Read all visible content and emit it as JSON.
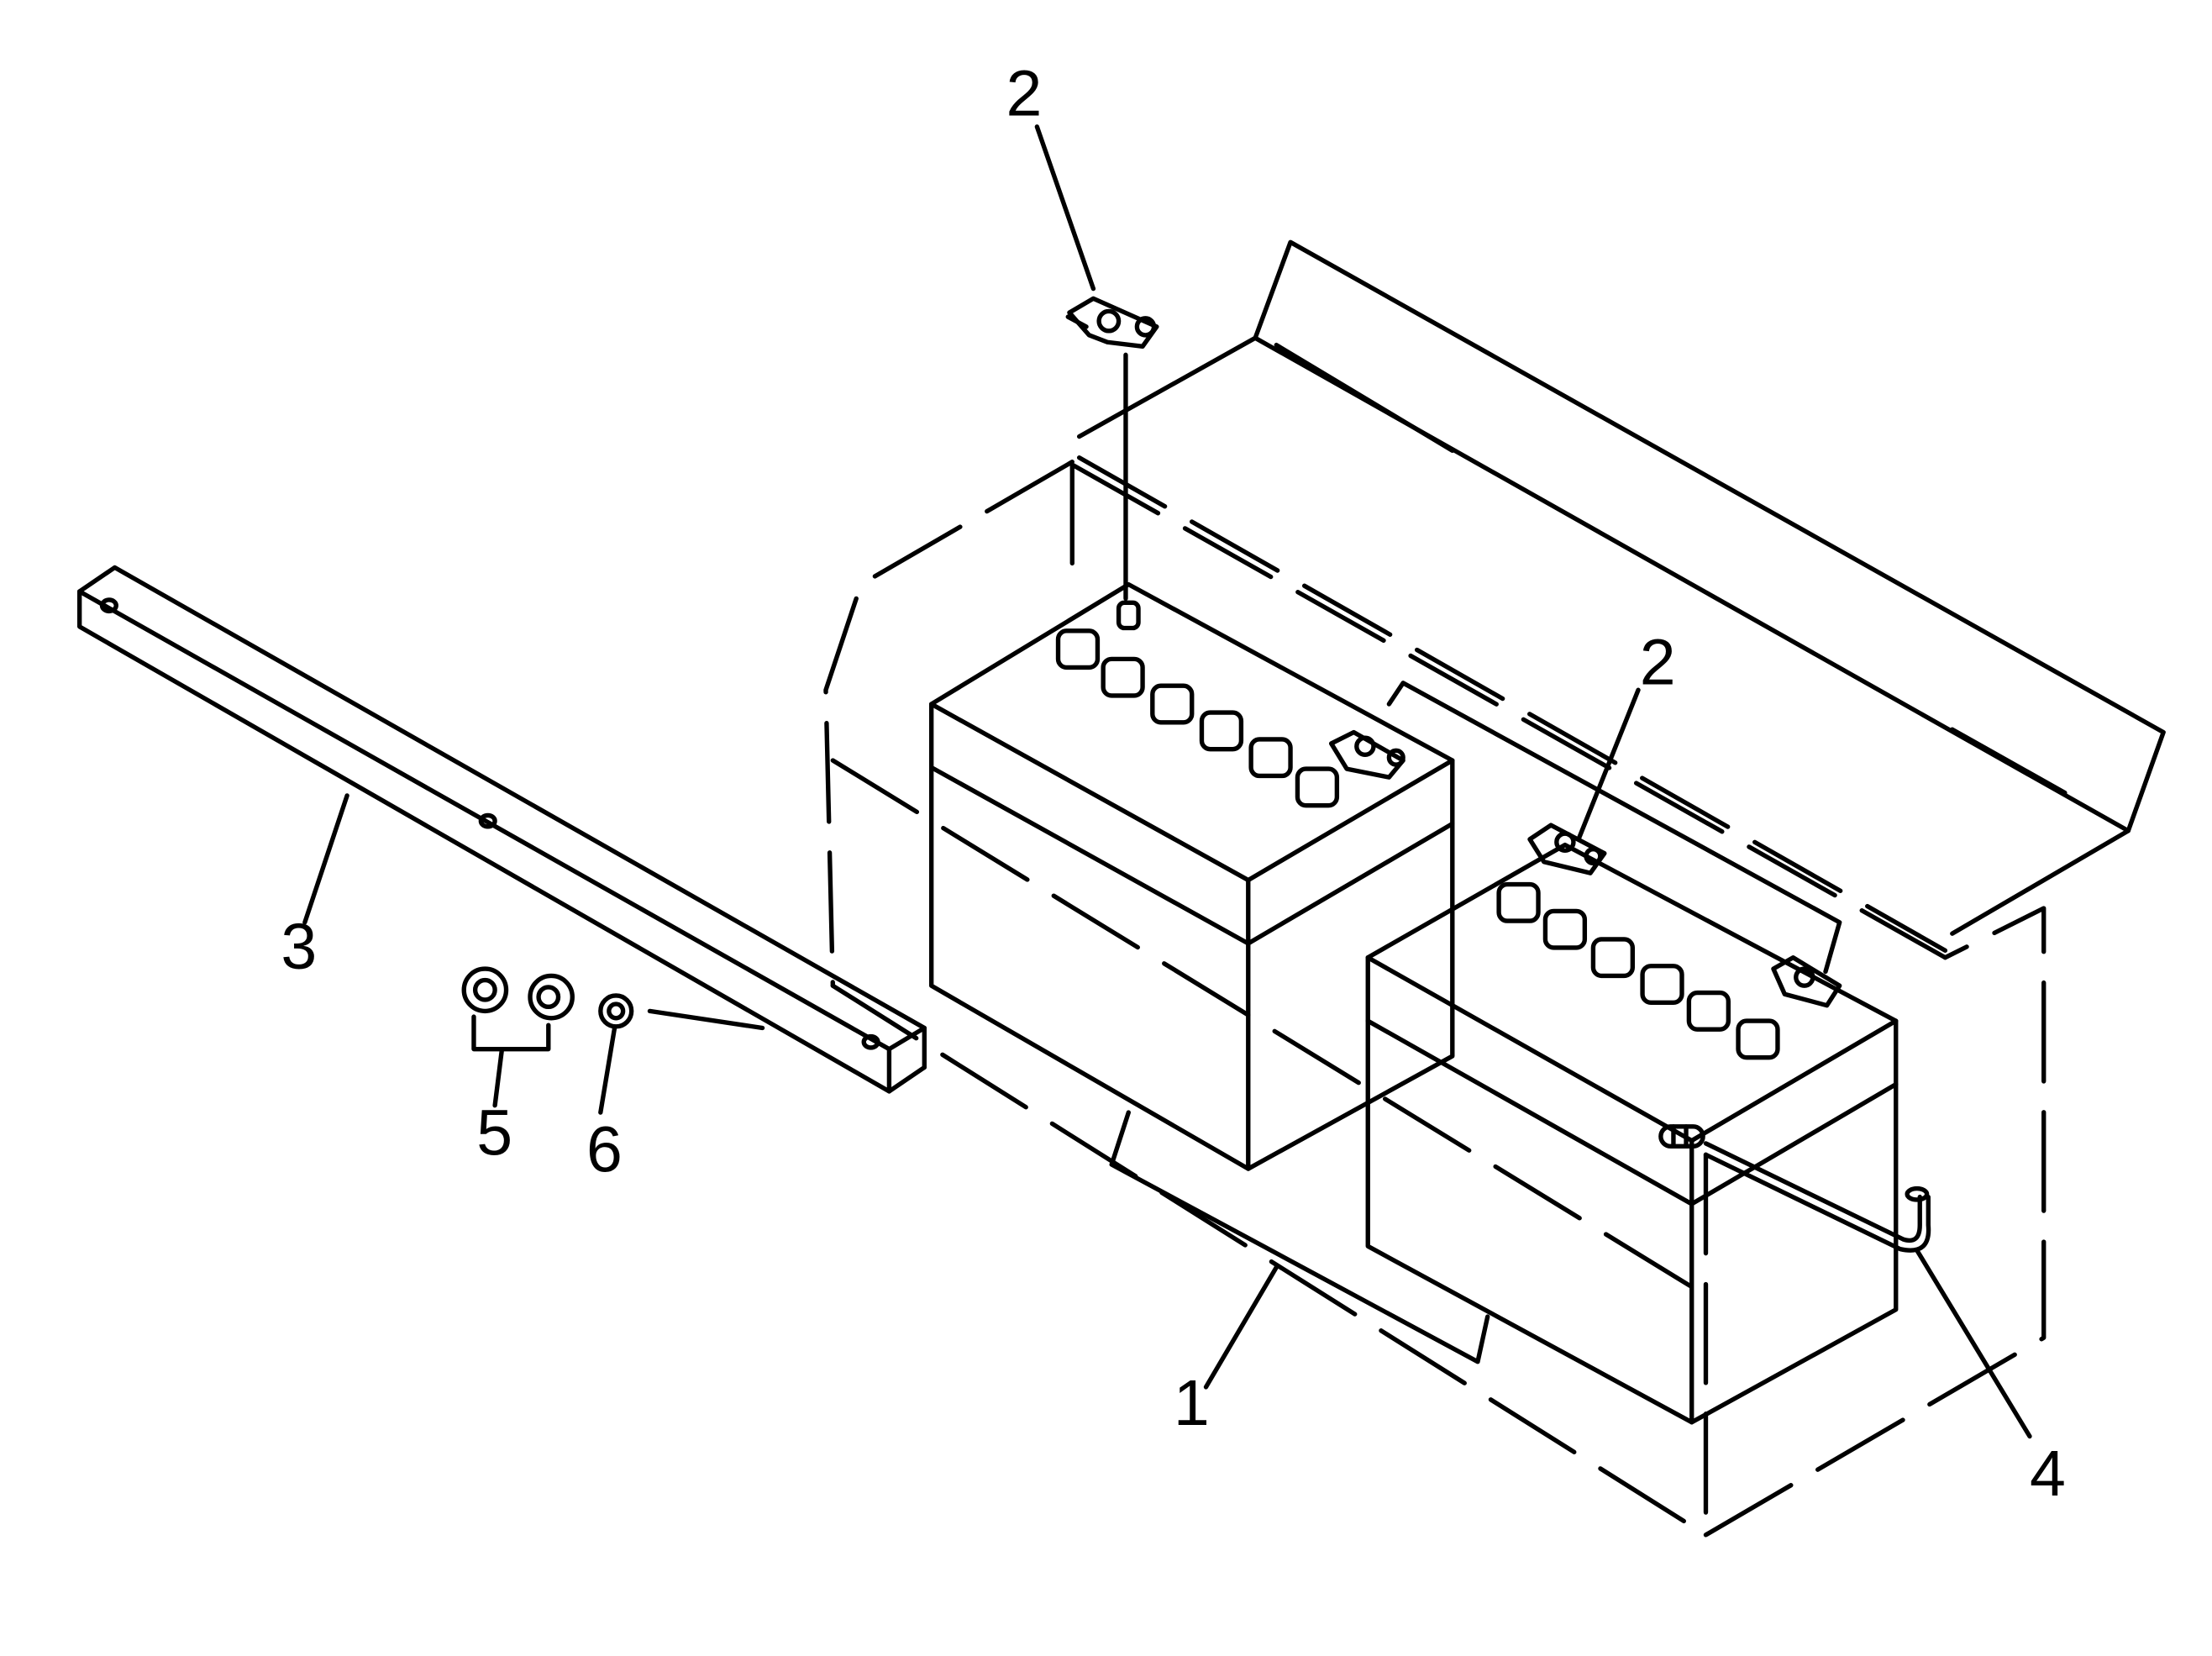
{
  "diagram": {
    "callouts": {
      "c1": "1",
      "c2_top": "2",
      "c2_right": "2",
      "c3": "3",
      "c4": "4",
      "c5": "5",
      "c6": "6"
    }
  }
}
